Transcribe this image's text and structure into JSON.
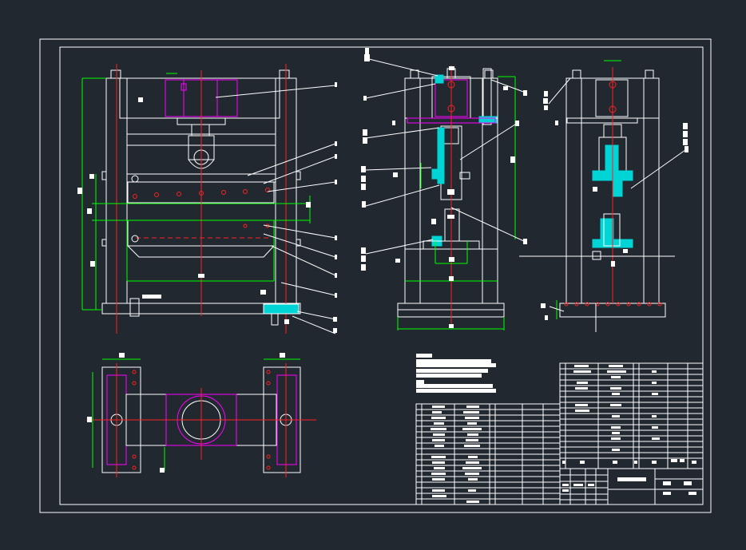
{
  "drawing": {
    "background": "#212830",
    "line_colors": {
      "outline": "#ffffff",
      "dimension": "#00ff00",
      "centerline": "#ff2020",
      "component": "#ff00ff",
      "section_hatch": "#00d4d4"
    },
    "views": [
      "front-view",
      "side-section-view",
      "side-view",
      "top-view"
    ],
    "notes_block": "technical-requirements",
    "tables": [
      "parts-list-left",
      "parts-list-right",
      "title-block"
    ]
  }
}
